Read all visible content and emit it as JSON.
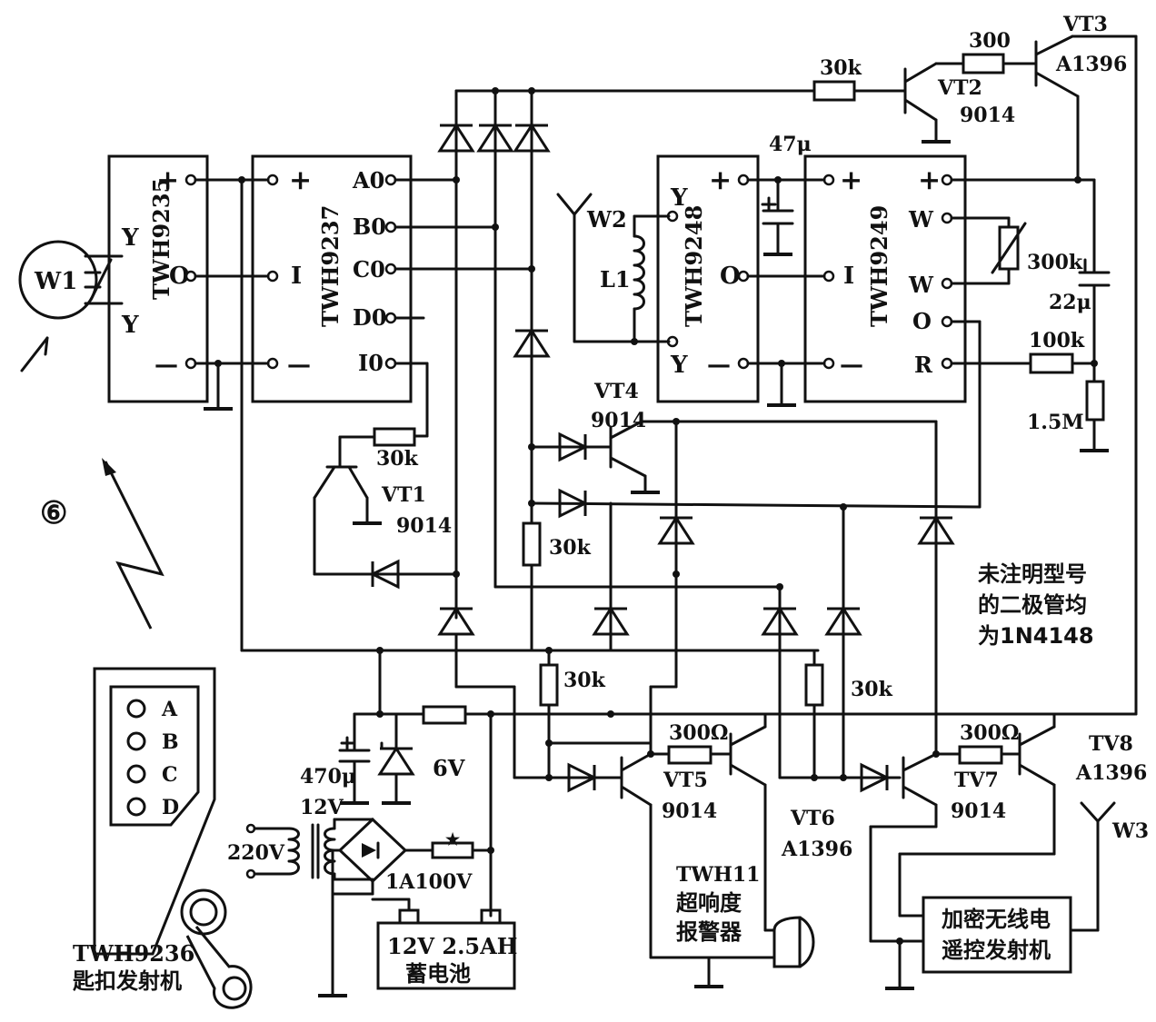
{
  "modules": {
    "twh9235": {
      "name": "TWH9235",
      "plus": "+",
      "minus": "—",
      "y1": "Y",
      "y2": "Y",
      "o": "O",
      "antenna": "W1"
    },
    "twh9237": {
      "name": "TWH9237",
      "plus": "+",
      "minus": "—",
      "i": "I",
      "a0": "A0",
      "b0": "B0",
      "c0": "C0",
      "d0": "D0",
      "i0": "I0"
    },
    "twh9248": {
      "name": "TWH9248",
      "y1": "Y",
      "y2": "Y",
      "o": "O",
      "plus": "+",
      "minus": "—",
      "antenna": "W2",
      "coil": "L1"
    },
    "twh9249": {
      "name": "TWH9249",
      "plus": "+",
      "minus": "—",
      "i": "I",
      "w1": "W",
      "w2": "W",
      "o": "O",
      "r": "R"
    }
  },
  "transistors": {
    "vt1": {
      "name": "VT1",
      "model": "9014"
    },
    "vt2": {
      "name": "VT2",
      "model": "9014"
    },
    "vt3": {
      "name": "VT3",
      "model": "A1396"
    },
    "vt4": {
      "name": "VT4",
      "model": "9014"
    },
    "vt5": {
      "name": "VT5",
      "model": "9014"
    },
    "vt6": {
      "name": "VT6",
      "model": "A1396"
    },
    "tv7": {
      "name": "TV7",
      "model": "9014"
    },
    "tv8": {
      "name": "TV8",
      "model": "A1396"
    }
  },
  "resistors": {
    "r_vt2": "30k",
    "r_vt3": "300",
    "r_vt1": "30k",
    "r_mid": "30k",
    "r_bot1": "30k",
    "r_bot2": "30k",
    "r_vt5": "300Ω",
    "r_tv7": "300Ω",
    "r_pot": "300k",
    "r_100k": "100k",
    "r_15m": "1.5M"
  },
  "capacitors": {
    "c47": "47μ",
    "c22": "22μ",
    "c470": "470μ"
  },
  "power": {
    "zener": "6V",
    "trans_v": "12V",
    "mains": "220V",
    "bridge": "1A100V",
    "battery": "12V  2.5AH",
    "battery_name": "蓄电池"
  },
  "fob": {
    "buttons": [
      "A",
      "B",
      "C",
      "D"
    ],
    "name": "TWH9236",
    "desc": "匙扣发射机"
  },
  "alarm": {
    "name": "TWH11",
    "line1": "超响度",
    "line2": "报警器"
  },
  "encoder": {
    "line1": "加密无线电",
    "line2": "遥控发射机",
    "antenna": "W3"
  },
  "note": {
    "line1": "未注明型号",
    "line2": "的二极管均",
    "line3": "为1N4148"
  },
  "fig_label": "⑥"
}
